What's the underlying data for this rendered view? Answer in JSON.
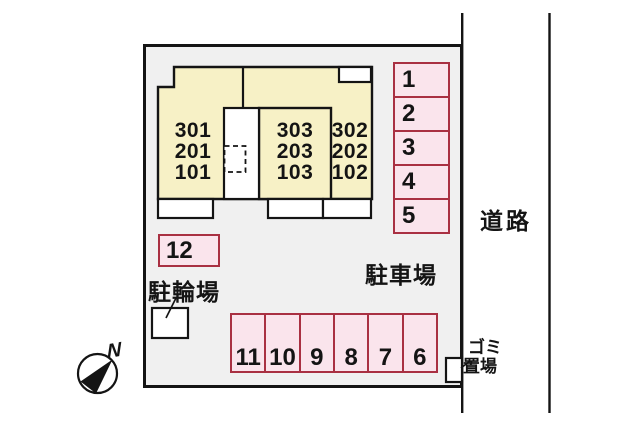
{
  "labels": {
    "parking_lot": "駐車場",
    "bicycle_parking": "駐輪場",
    "road": "道路",
    "garbage_line1": "ゴミ",
    "garbage_line2": "置場"
  },
  "building": {
    "room_columns": [
      {
        "lines": [
          "301",
          "201",
          "101"
        ]
      },
      {
        "lines": [
          "303",
          "203",
          "103"
        ]
      },
      {
        "lines": [
          "302",
          "202",
          "102"
        ]
      }
    ]
  },
  "parking": {
    "right_column": [
      "1",
      "2",
      "3",
      "4",
      "5"
    ],
    "single_space": "12",
    "bottom_row": [
      "11",
      "10",
      "9",
      "8",
      "7",
      "6"
    ]
  },
  "compass": {
    "north_label": "N"
  },
  "colors": {
    "building_fill": "#f7f1c6",
    "parking_fill": "#fae4ec",
    "parking_border": "#a93042",
    "site_bg": "#f0f0f0",
    "line_color": "#141414"
  }
}
